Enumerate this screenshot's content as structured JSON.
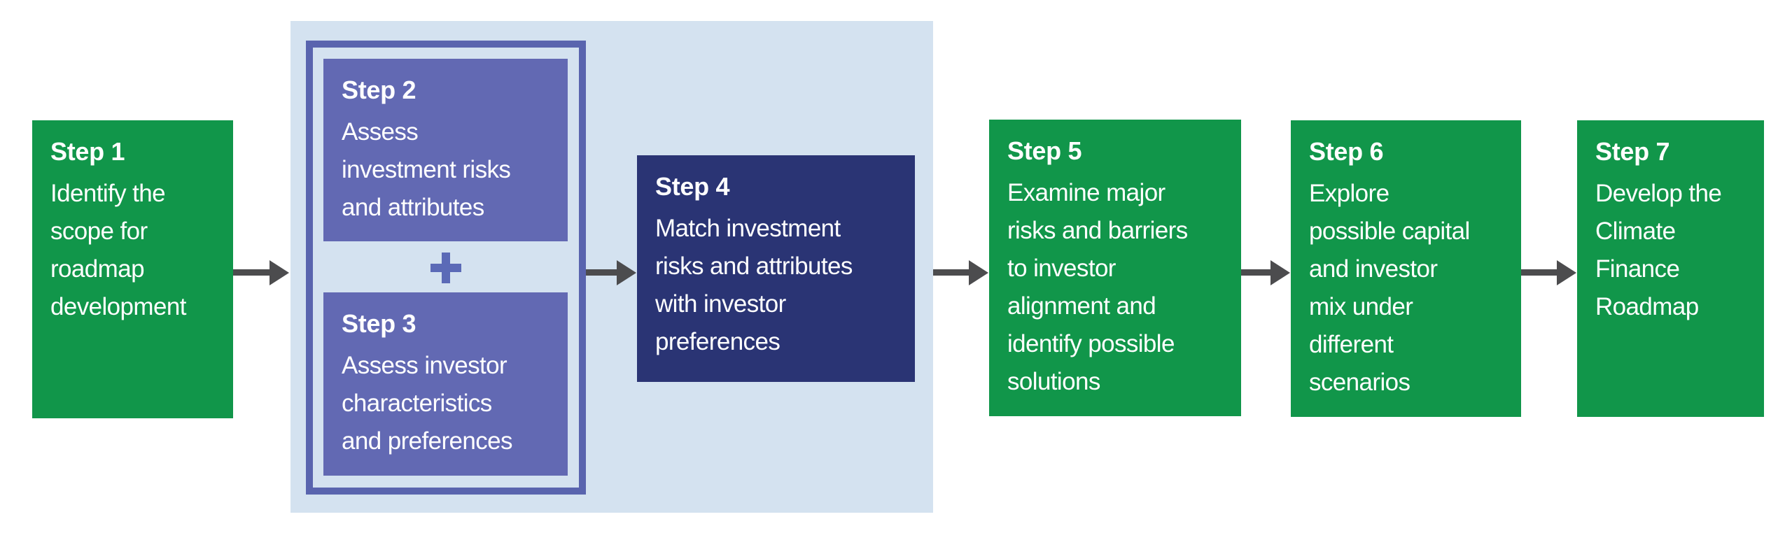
{
  "diagram": {
    "type": "process-flow",
    "steps": [
      {
        "label": "Step 1",
        "description": "Identify the\nscope for\nroadmap\ndevelopment",
        "color": "#11964a"
      },
      {
        "label": "Step 2",
        "description": "Assess\ninvestment risks\nand attributes",
        "color": "#6269b3"
      },
      {
        "label": "Step 3",
        "description": "Assess investor\ncharacteristics\nand preferences",
        "color": "#6269b3"
      },
      {
        "label": "Step 4",
        "description": "Match investment\nrisks and attributes\nwith investor\npreferences",
        "color": "#2a3474"
      },
      {
        "label": "Step 5",
        "description": "Examine major\nrisks and barriers\nto investor\nalignment and\nidentify possible\nsolutions",
        "color": "#11964a"
      },
      {
        "label": "Step 6",
        "description": "Explore\npossible capital\nand investor\nmix under\ndifferent\nscenarios",
        "color": "#11964a"
      },
      {
        "label": "Step 7",
        "description": "Develop the\nClimate\nFinance\nRoadmap",
        "color": "#11964a"
      }
    ],
    "icons": {
      "plus": "plus-icon",
      "arrow": "arrow-right-icon"
    },
    "colors": {
      "green": "#11964a",
      "purple_box": "#6269b3",
      "purple_frame": "#5964ae",
      "plus_purple": "#5b6ab7",
      "navy": "#2a3474",
      "light_blue_container": "#d4e2f0",
      "arrow_gray": "#4c4c4e",
      "text": "#ffffff",
      "background": "#ffffff"
    }
  }
}
